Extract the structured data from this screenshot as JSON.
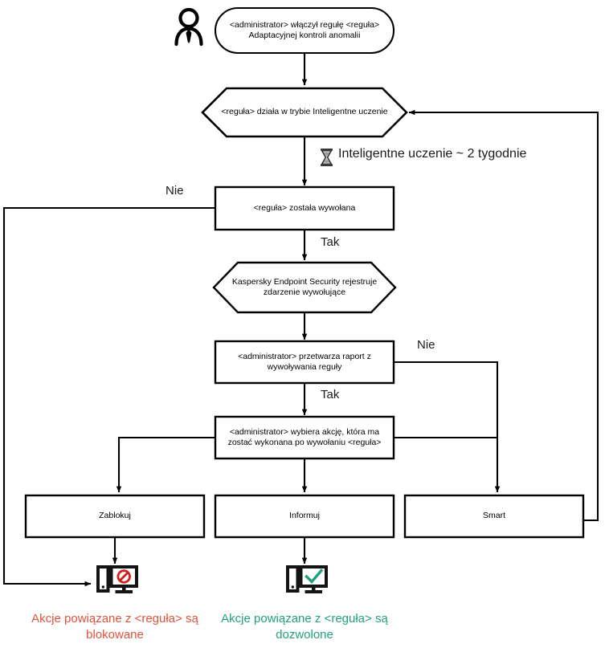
{
  "diagram": {
    "title": "Adaptacyjna kontrola anomalii - schemat dzialania reguly",
    "stroke_color": "#000000",
    "text_color": "#000000",
    "blocked_color": "#e0523c",
    "allowed_color": "#22a07f",
    "prohibition_color": "#d02020",
    "check_color": "#22a07f"
  },
  "actors": {
    "administrator_icon": "person-icon"
  },
  "nodes": {
    "start": {
      "shape": "stadium",
      "text": "<administrator> włączył regułę <reguła>\nAdaptacyjnej kontroli anomalii"
    },
    "smart_mode": {
      "shape": "hexagon",
      "text": "<reguła> działa w trybie Inteligentne uczenie"
    },
    "rule_triggered": {
      "shape": "rect",
      "text": "<reguła> została wywołana"
    },
    "kes_logs": {
      "shape": "hexagon",
      "text": "Kaspersky Endpoint Security rejestruje\nzdarzenie wywołujące"
    },
    "admin_report": {
      "shape": "rect",
      "text": "<administrator> przetwarza raport z\nwywoływania reguły"
    },
    "admin_chooses": {
      "shape": "rect",
      "text": "<administrator> wybiera akcję, która ma\nzostać wykonana po wywołaniu <reguła>"
    },
    "action_block": {
      "shape": "rect",
      "text": "Zablokuj"
    },
    "action_inform": {
      "shape": "rect",
      "text": "Informuj"
    },
    "action_smart": {
      "shape": "rect",
      "text": "Smart"
    }
  },
  "phase": {
    "icon": "hourglass-icon",
    "text": "Inteligentne uczenie ~ 2 tygodnie"
  },
  "edge_labels": {
    "triggered_no": "Nie",
    "triggered_yes": "Tak",
    "report_no": "Nie",
    "report_yes": "Tak"
  },
  "outcomes": {
    "blocked": {
      "icon": "monitor-blocked-icon",
      "text": "Akcje powiązane z <reguła> są\nblokowane"
    },
    "allowed": {
      "icon": "monitor-allowed-icon",
      "text": "Akcje powiązane z <reguła> są\ndozwolone"
    }
  }
}
